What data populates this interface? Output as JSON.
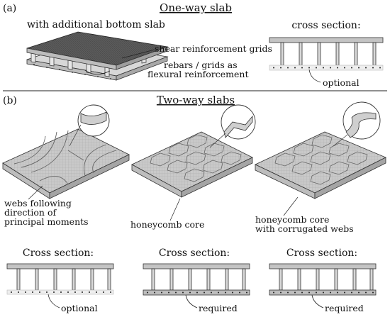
{
  "panel_a": {
    "label": "(a)",
    "title": "One-way slab",
    "slab_caption": "with additional bottom slab",
    "callout_shear": "shear reinforcement grids",
    "callout_rebars_1": "rebars / grids as",
    "callout_rebars_2": "flexural reinforcement",
    "cross_section_title": "cross section:",
    "cross_section_note": "optional"
  },
  "panel_b": {
    "label": "(b)",
    "title": "Two-way slabs",
    "slabs": [
      {
        "caption_lines": [
          "webs following",
          "direction of",
          "principal moments"
        ],
        "cross_section_title": "Cross section:",
        "cross_section_note": "optional"
      },
      {
        "caption_lines": [
          "honeycomb core"
        ],
        "cross_section_title": "Cross section:",
        "cross_section_note": "required"
      },
      {
        "caption_lines": [
          "honeycomb core",
          "with corrugated webs"
        ],
        "cross_section_title": "Cross section:",
        "cross_section_note": "required"
      }
    ]
  },
  "colors": {
    "slab_top": "#5a5a5a",
    "slab_face": "#bdbdbd",
    "web": "#d4d4d4",
    "outline": "#333333",
    "grid": "#9a9a9a"
  }
}
